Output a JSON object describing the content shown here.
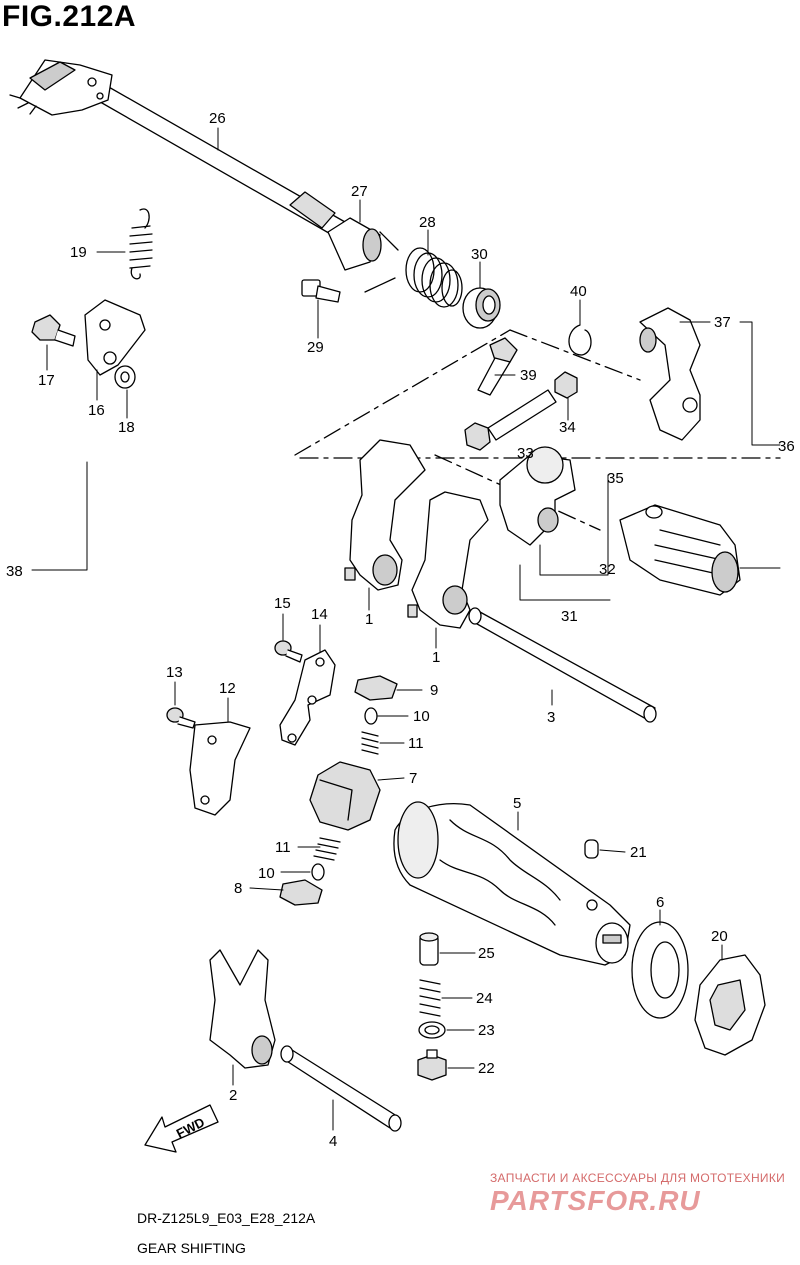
{
  "figure": {
    "title": "FIG.212A",
    "code": "DR-Z125L9_E03_E28_212A",
    "name": "GEAR SHIFTING"
  },
  "watermark": {
    "line1": "ЗАПЧАСТИ И АКСЕССУАРЫ ДЛЯ МОТОТЕХНИКИ",
    "line2": "PARTSFOR.RU",
    "color": "#e07a7a"
  },
  "callouts": {
    "c26": "26",
    "c27": "27",
    "c28": "28",
    "c30": "30",
    "c19": "19",
    "c29": "29",
    "c17": "17",
    "c16": "16",
    "c18": "18",
    "c40": "40",
    "c37": "37",
    "c39": "39",
    "c34": "34",
    "c33": "33",
    "c35": "35",
    "c36": "36",
    "c38": "38",
    "c32": "32",
    "c31": "31",
    "c1a": "1",
    "c1b": "1",
    "c15": "15",
    "c14": "14",
    "c13": "13",
    "c12": "12",
    "c9": "9",
    "c10a": "10",
    "c11a": "11",
    "c7": "7",
    "c3": "3",
    "c5": "5",
    "c21": "21",
    "c11b": "11",
    "c10b": "10",
    "c8": "8",
    "c6": "6",
    "c20": "20",
    "c25": "25",
    "c24": "24",
    "c23": "23",
    "c22": "22",
    "c2": "2",
    "c4": "4"
  },
  "fwd_label": "FWD"
}
